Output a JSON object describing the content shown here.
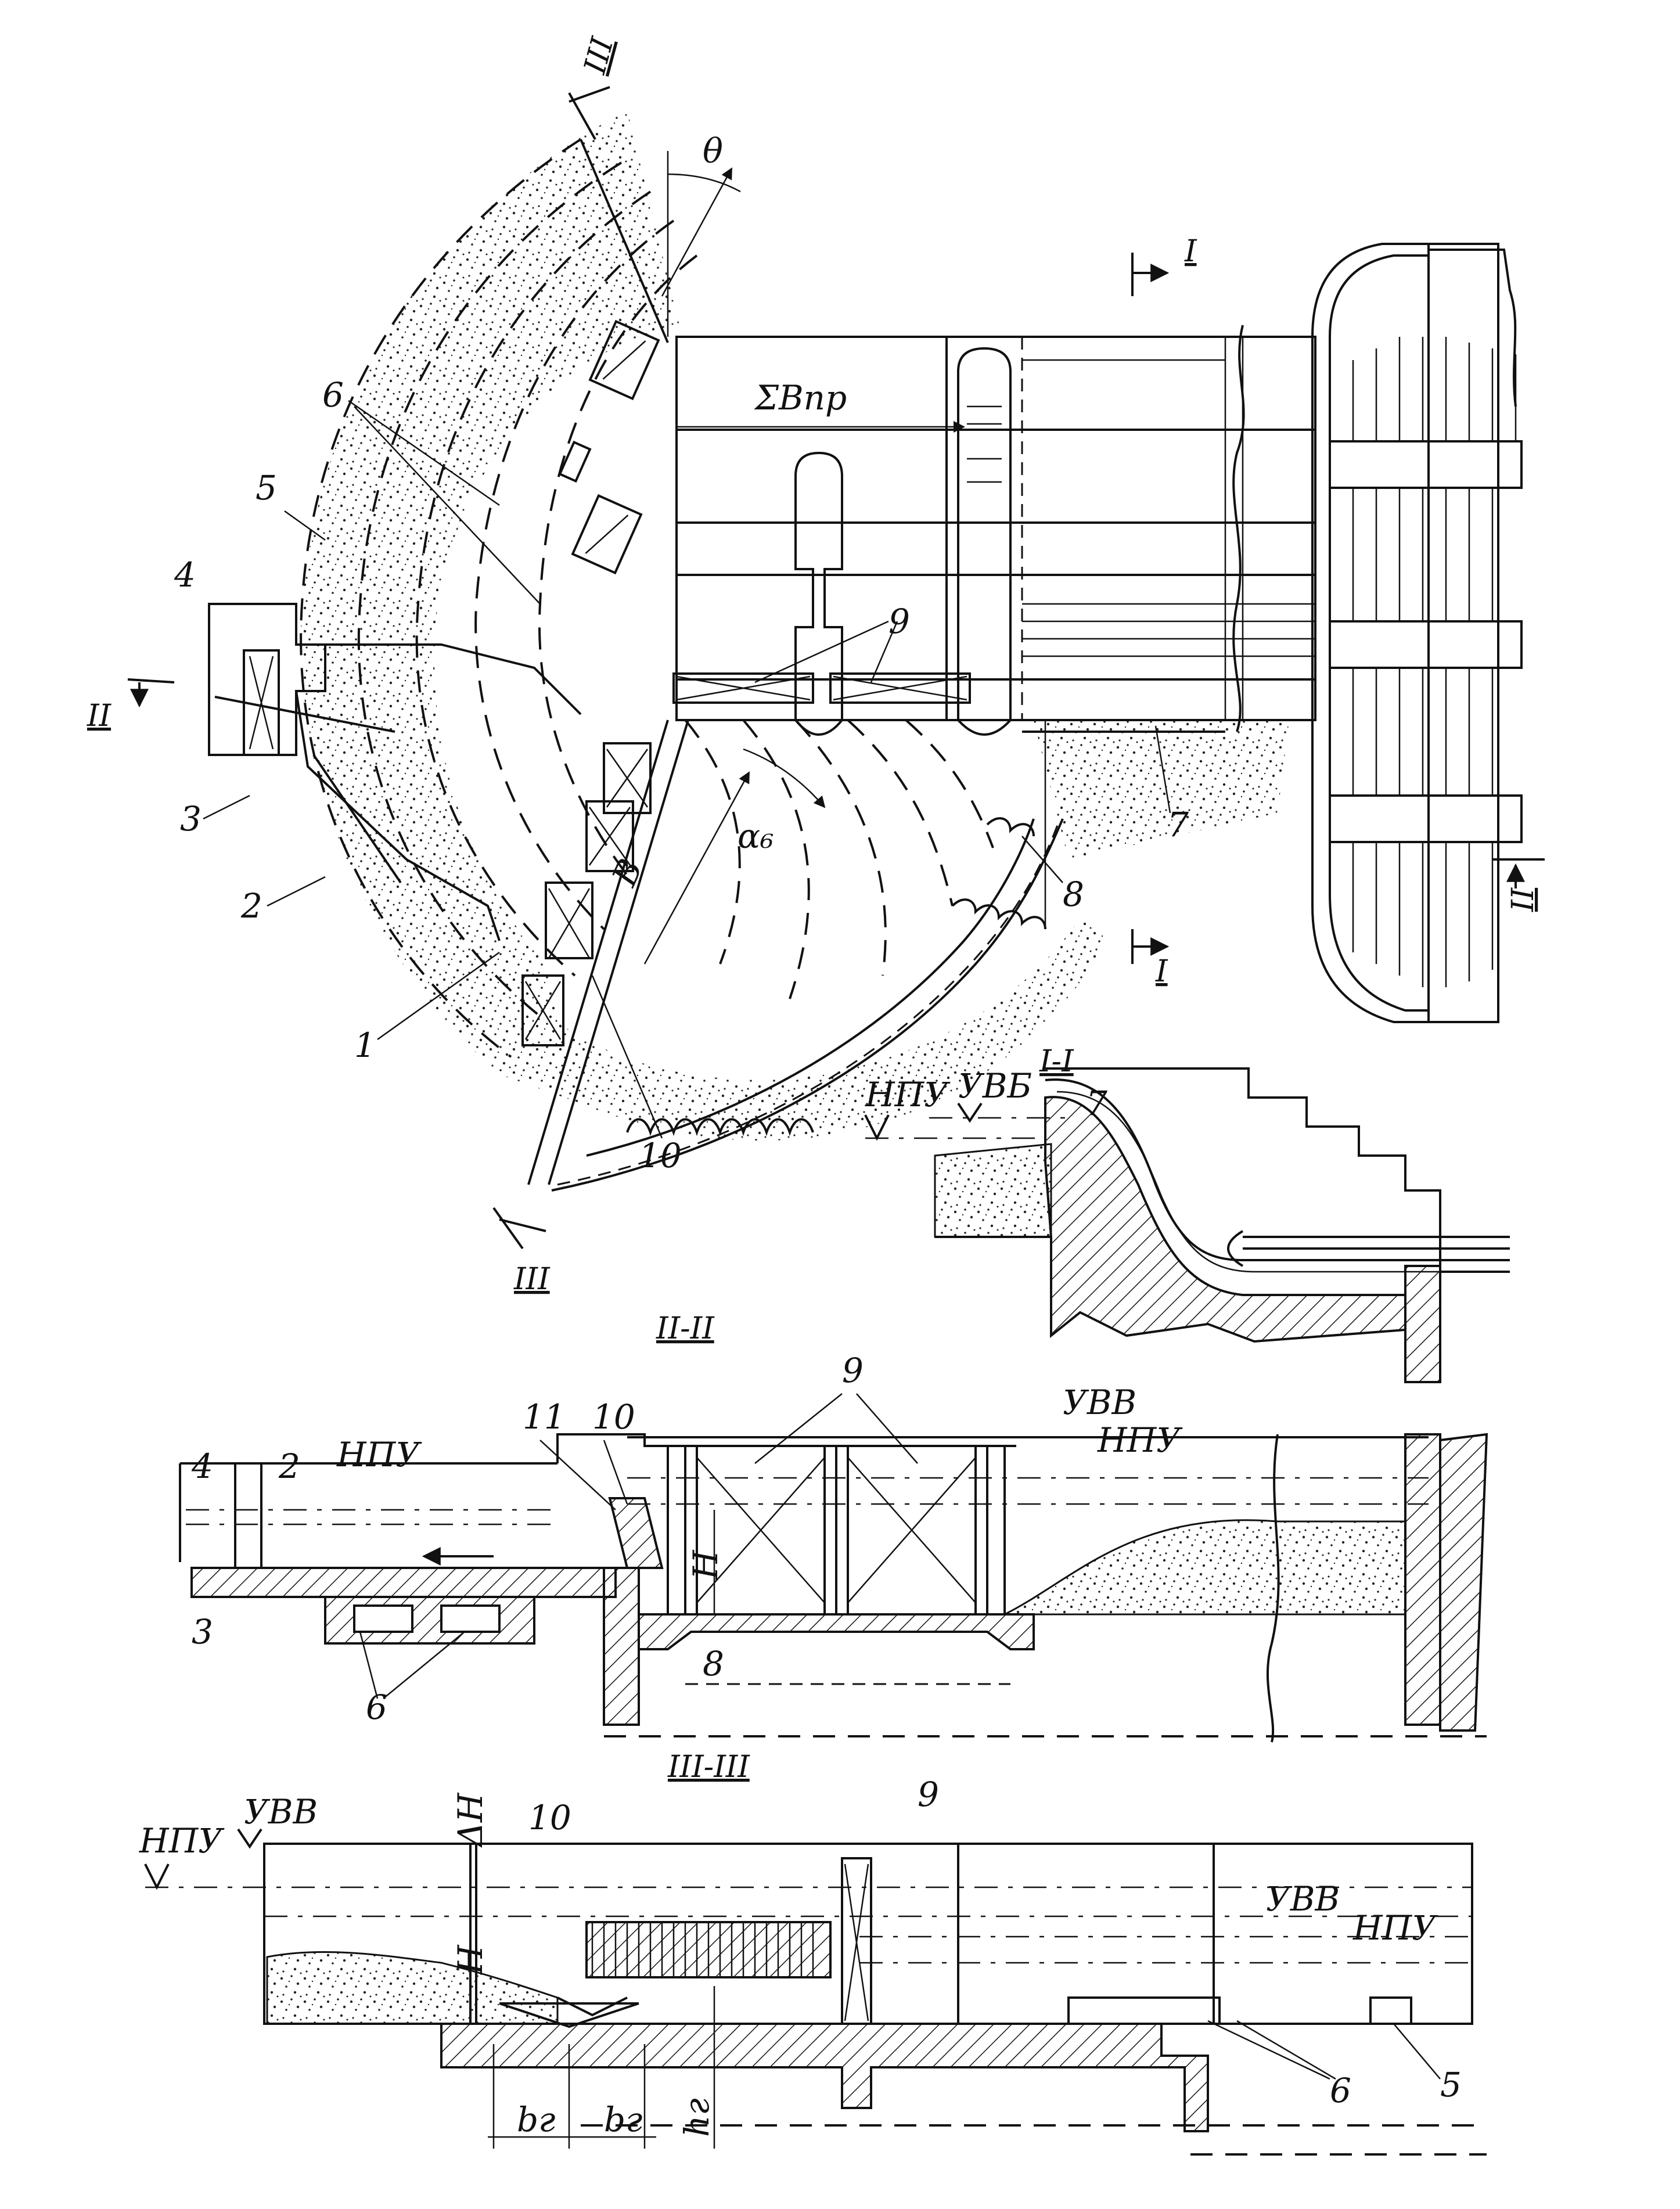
{
  "labels": {
    "n1": "1",
    "n2": "2",
    "n3": "3",
    "n4": "4",
    "n5": "5",
    "n6": "6",
    "n7": "7",
    "n8": "8",
    "n9": "9",
    "n10": "10",
    "n11": "11",
    "theta": "θ",
    "alpha": "α₆",
    "B": "B",
    "sumB": "ΣBпр",
    "H": "H",
    "dH": "ΔH",
    "bg": "bг",
    "hg": "hг"
  },
  "sections": {
    "I": "I",
    "II": "II",
    "III": "III",
    "I_I": "I-I",
    "II_II": "II-II",
    "III_III": "III-III"
  },
  "levels": {
    "npu": "НПУ",
    "uvb": "УВБ",
    "uvv": "УВВ"
  }
}
